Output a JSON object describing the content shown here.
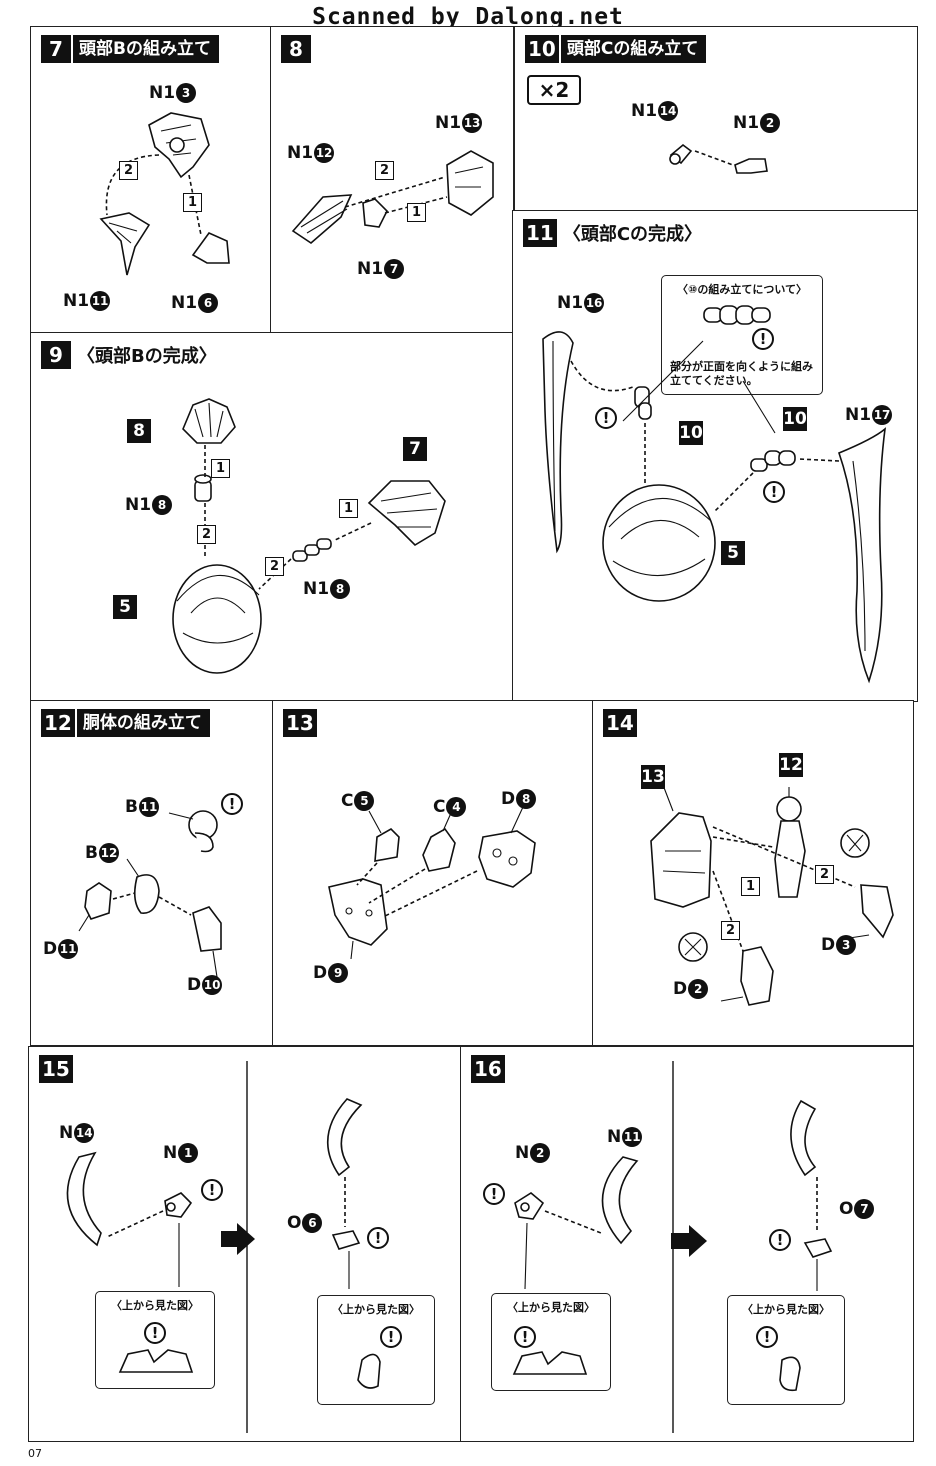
{
  "watermark": "Scanned by Dalong.net",
  "page_number": "07",
  "steps": {
    "s7": {
      "num": "7",
      "title": "頭部Bの組み立て"
    },
    "s8": {
      "num": "8"
    },
    "s9": {
      "num": "9",
      "title": "〈頭部Bの完成〉"
    },
    "s10": {
      "num": "10",
      "title": "頭部Cの組み立て",
      "multiplier": "×2"
    },
    "s11": {
      "num": "11",
      "title": "〈頭部Cの完成〉"
    },
    "s12": {
      "num": "12",
      "title": "胴体の組み立て"
    },
    "s13": {
      "num": "13"
    },
    "s14": {
      "num": "14"
    },
    "s15": {
      "num": "15"
    },
    "s16": {
      "num": "16"
    }
  },
  "labels": {
    "s7": [
      {
        "t": "N1",
        "n": "3"
      },
      {
        "t": "N1",
        "n": "11"
      },
      {
        "t": "N1",
        "n": "6"
      }
    ],
    "s8": [
      {
        "t": "N1",
        "n": "12"
      },
      {
        "t": "N1",
        "n": "13"
      },
      {
        "t": "N1",
        "n": "7"
      }
    ],
    "s9": [
      {
        "t": "N1",
        "n": "8"
      },
      {
        "t": "N1",
        "n": "8"
      }
    ],
    "s10": [
      {
        "t": "N1",
        "n": "14"
      },
      {
        "t": "N1",
        "n": "2"
      }
    ],
    "s11": [
      {
        "t": "N1",
        "n": "16"
      },
      {
        "t": "N1",
        "n": "17"
      }
    ],
    "s12": [
      {
        "t": "B",
        "n": "11"
      },
      {
        "t": "B",
        "n": "12"
      },
      {
        "t": "D",
        "n": "11"
      },
      {
        "t": "D",
        "n": "10"
      }
    ],
    "s13": [
      {
        "t": "C",
        "n": "5"
      },
      {
        "t": "C",
        "n": "4"
      },
      {
        "t": "D",
        "n": "8"
      },
      {
        "t": "D",
        "n": "9"
      }
    ],
    "s14": [
      {
        "t": "D",
        "n": "3"
      },
      {
        "t": "D",
        "n": "2"
      }
    ],
    "s15": [
      {
        "t": "N",
        "n": "14"
      },
      {
        "t": "N",
        "n": "1"
      },
      {
        "t": "O",
        "n": "6"
      }
    ],
    "s16": [
      {
        "t": "N",
        "n": "2"
      },
      {
        "t": "N",
        "n": "11"
      },
      {
        "t": "O",
        "n": "7"
      }
    ]
  },
  "order_marks": [
    "1",
    "2"
  ],
  "refs": [
    "8",
    "7",
    "5",
    "10",
    "10",
    "5",
    "13",
    "12"
  ],
  "callout_s11": {
    "title": "〈⑩の組み立てについて〉",
    "note": "部分が正面を向くように組み立ててください。"
  },
  "top_view": "〈上から見た図〉",
  "caution_mark": "!"
}
